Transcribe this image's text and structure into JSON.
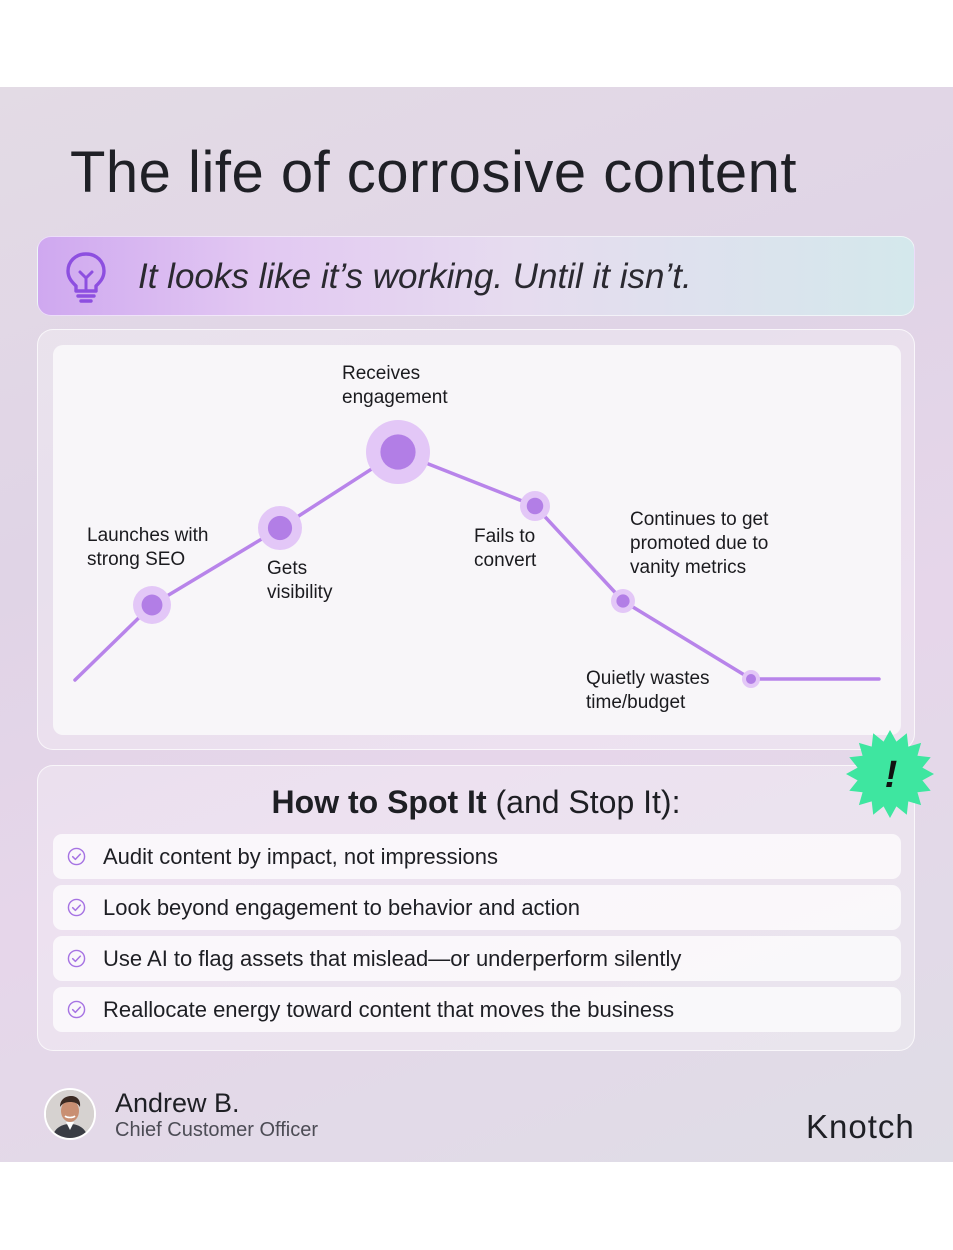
{
  "page": {
    "title": "The life of corrosive content",
    "tagline": "It looks like it’s working. Until it isn’t."
  },
  "diagram": {
    "stages": [
      {
        "label": "Launches with\nstrong SEO"
      },
      {
        "label": "Gets\nvisibility"
      },
      {
        "label": "Receives\nengagement"
      },
      {
        "label": "Fails to\nconvert"
      },
      {
        "label": "Continues to get\npromoted due to\nvanity metrics"
      },
      {
        "label": "Quietly wastes\ntime/budget"
      }
    ],
    "line_color": "#b884ea",
    "node_color": "#b27ee6"
  },
  "spot_section": {
    "title_bold": "How to Spot It",
    "title_rest": " (and Stop It):",
    "tips": [
      "Audit content by impact, not impressions",
      "Look beyond engagement to behavior and action",
      "Use AI to flag assets that mislead—or underperform silently",
      "Reallocate energy toward content that moves the business"
    ],
    "badge_symbol": "!",
    "badge_color": "#3ee6a0"
  },
  "footer": {
    "author_name": "Andrew B.",
    "author_title": "Chief Customer Officer",
    "brand": "Knotch"
  },
  "icons": {
    "banner_icon": "lightbulb-icon",
    "tip_icon": "check-circle-icon"
  }
}
